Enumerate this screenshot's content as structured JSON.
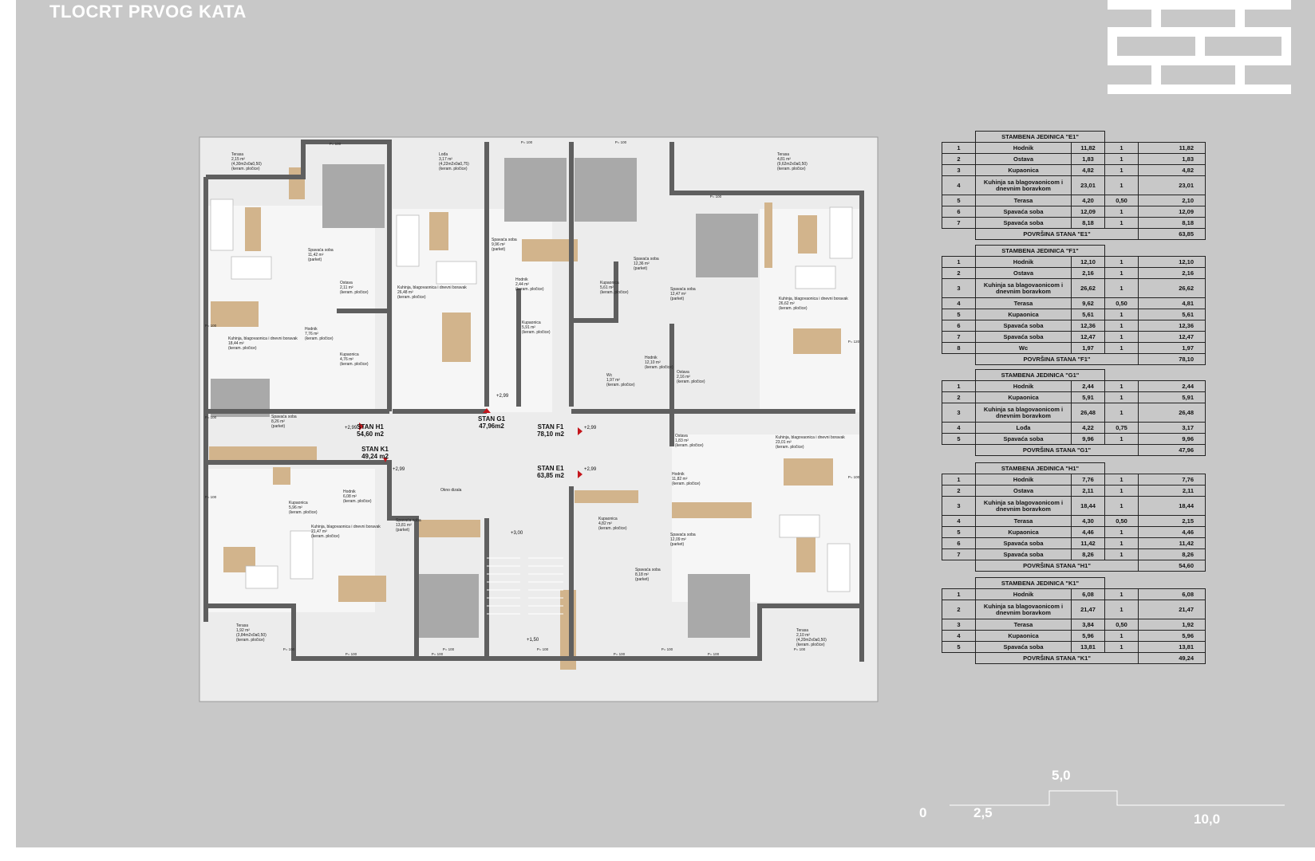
{
  "title": "TLOCRT PRVOG KATA",
  "colors": {
    "sheet_bg": "#c8c8c8",
    "wall": "#5f5f5f",
    "floor": "#ececec",
    "wood": "#d2b48c",
    "bed": "#a9a9a9",
    "door_marker": "#c4161c"
  },
  "icons": [
    "brick-logo-icon",
    "door-arrow-icon",
    "level-mark-icon"
  ],
  "plan": {
    "units": [
      {
        "name": "STAN H1",
        "area": "54,60 m2"
      },
      {
        "name": "STAN K1",
        "area": "49,24 m2"
      },
      {
        "name": "STAN G1",
        "area": "47,96m2"
      },
      {
        "name": "STAN F1",
        "area": "78,10 m2"
      },
      {
        "name": "STAN E1",
        "area": "63,85 m2"
      }
    ],
    "levels": [
      "+2,99",
      "+2,99",
      "+2,99",
      "+2,99",
      "+2,99",
      "+3,00",
      "+1,50"
    ],
    "rooms": [
      {
        "name": "Terasa",
        "area": "2,15 m²",
        "detail": "(4,30m2x0a0,50)",
        "finish": "(keram. pločice)"
      },
      {
        "name": "Spavaća soba",
        "area": "11,42 m²",
        "finish": "(parket)"
      },
      {
        "name": "Lođa",
        "area": "3,17 m²",
        "detail": "(4,22m2x0a0,75)",
        "finish": "(keram. pločice)"
      },
      {
        "name": "Spavaća soba",
        "area": "9,96 m²",
        "finish": "(parket)"
      },
      {
        "name": "Spavaća soba",
        "area": "12,36 m²",
        "finish": "(parket)"
      },
      {
        "name": "Terasa",
        "area": "4,81 m²",
        "detail": "(9,62m2x0a0,50)",
        "finish": "(keram. pločice)"
      },
      {
        "name": "Ostava",
        "area": "2,11 m²",
        "finish": "(keram. pločice)"
      },
      {
        "name": "Kuhinja, blagovaonica i dnevni boravak",
        "area": "26,48 m²",
        "finish": "(keram. pločice)"
      },
      {
        "name": "Hodnik",
        "area": "2,44 m²",
        "finish": "(keram. pločice)"
      },
      {
        "name": "Kupaonica",
        "area": "5,61 m²",
        "finish": "(keram. pločice)"
      },
      {
        "name": "Spavaća soba",
        "area": "12,47 m²",
        "finish": "(parket)"
      },
      {
        "name": "Kuhinja, blagovaonica i dnevni boravak",
        "area": "26,62 m²",
        "finish": "(keram. pločice)"
      },
      {
        "name": "Hodnik",
        "area": "7,76 m²",
        "finish": "(keram. pločice)"
      },
      {
        "name": "Kuhinja, blagovaonica i dnevni boravak",
        "area": "18,44 m²",
        "finish": "(keram. pločice)"
      },
      {
        "name": "Kupaonica",
        "area": "4,76 m²",
        "finish": "(keram. pločice)"
      },
      {
        "name": "Kupaonica",
        "area": "5,91 m²",
        "finish": "(keram. pločice)"
      },
      {
        "name": "Hodnik",
        "area": "12,10 m²",
        "finish": "(keram. pločice)"
      },
      {
        "name": "Wc",
        "area": "1,97 m²",
        "finish": "(keram. pločice)"
      },
      {
        "name": "Ostava",
        "area": "2,16 m²",
        "finish": "(keram. pločice)"
      },
      {
        "name": "Spavaća soba",
        "area": "8,26 m²",
        "finish": "(parket)"
      },
      {
        "name": "Ostava",
        "area": "1,83 m²",
        "finish": "(keram. pločice)"
      },
      {
        "name": "Kuhinja, blagovaonica i dnevni boravak",
        "area": "23,01 m²",
        "finish": "(keram. pločice)"
      },
      {
        "name": "Hodnik",
        "area": "6,08 m²",
        "finish": "(keram. pločice)"
      },
      {
        "name": "Kupaonica",
        "area": "5,96 m²",
        "finish": "(keram. pločice)"
      },
      {
        "name": "Kuhinja, blagovaonica i dnevni boravak",
        "area": "21,47 m²",
        "finish": "(keram. pločice)"
      },
      {
        "name": "Spavaća soba",
        "area": "13,81 m²",
        "finish": "(parket)"
      },
      {
        "name": "Okno dizala"
      },
      {
        "name": "Hodnik",
        "area": "11,82 m²",
        "finish": "(keram. pločice)"
      },
      {
        "name": "Kupaonica",
        "area": "4,82 m²",
        "finish": "(keram. pločice)"
      },
      {
        "name": "Spavaća soba",
        "area": "12,09 m²",
        "finish": "(parket)"
      },
      {
        "name": "Spavaća soba",
        "area": "8,18 m²",
        "finish": "(parket)"
      },
      {
        "name": "Terasa",
        "area": "1,92 m²",
        "detail": "(3,84m2x0a0,50)",
        "finish": "(keram. pločice)"
      },
      {
        "name": "Terasa",
        "area": "2,10 m²",
        "detail": "(4,20m2x0a0,50)",
        "finish": "(keram. pločice)"
      }
    ],
    "dimension_marks": [
      "P= 100",
      "P= 100",
      "P= 100",
      "P= 100",
      "P= 100",
      "P= 100",
      "P= 100",
      "P= 120",
      "P= 100",
      "P= 100",
      "P= 100",
      "P= 100",
      "P= 100",
      "P= 100",
      "P= 100",
      "P= 100",
      "P= 100",
      "P= 100"
    ]
  },
  "tables": [
    {
      "title": "STAMBENA JEDINICA \"E1\"",
      "rows": [
        [
          "1",
          "Hodnik",
          "11,82",
          "1",
          "11,82"
        ],
        [
          "2",
          "Ostava",
          "1,83",
          "1",
          "1,83"
        ],
        [
          "3",
          "Kupaonica",
          "4,82",
          "1",
          "4,82"
        ],
        [
          "4",
          "Kuhinja sa blagovaonicom i dnevnim boravkom",
          "23,01",
          "1",
          "23,01"
        ],
        [
          "5",
          "Terasa",
          "4,20",
          "0,50",
          "2,10"
        ],
        [
          "6",
          "Spavaća soba",
          "12,09",
          "1",
          "12,09"
        ],
        [
          "7",
          "Spavaća soba",
          "8,18",
          "1",
          "8,18"
        ]
      ],
      "total_label": "POVRŠINA STANA \"E1\"",
      "total": "63,85"
    },
    {
      "title": "STAMBENA JEDINICA \"F1\"",
      "rows": [
        [
          "1",
          "Hodnik",
          "12,10",
          "1",
          "12,10"
        ],
        [
          "2",
          "Ostava",
          "2,16",
          "1",
          "2,16"
        ],
        [
          "3",
          "Kuhinja sa blagovaonicom i dnevnim boravkom",
          "26,62",
          "1",
          "26,62"
        ],
        [
          "4",
          "Terasa",
          "9,62",
          "0,50",
          "4,81"
        ],
        [
          "5",
          "Kupaonica",
          "5,61",
          "1",
          "5,61"
        ],
        [
          "6",
          "Spavaća soba",
          "12,36",
          "1",
          "12,36"
        ],
        [
          "7",
          "Spavaća soba",
          "12,47",
          "1",
          "12,47"
        ],
        [
          "8",
          "Wc",
          "1,97",
          "1",
          "1,97"
        ]
      ],
      "total_label": "POVRŠINA STANA \"F1\"",
      "total": "78,10"
    },
    {
      "title": "STAMBENA JEDINICA \"G1\"",
      "rows": [
        [
          "1",
          "Hodnik",
          "2,44",
          "1",
          "2,44"
        ],
        [
          "2",
          "Kupaonica",
          "5,91",
          "1",
          "5,91"
        ],
        [
          "3",
          "Kuhinja sa blagovaonicom i dnevnim boravkom",
          "26,48",
          "1",
          "26,48"
        ],
        [
          "4",
          "Lođa",
          "4,22",
          "0,75",
          "3,17"
        ],
        [
          "5",
          "Spavaća soba",
          "9,96",
          "1",
          "9,96"
        ]
      ],
      "total_label": "POVRŠINA STANA \"G1\"",
      "total": "47,96"
    },
    {
      "title": "STAMBENA JEDINICA \"H1\"",
      "rows": [
        [
          "1",
          "Hodnik",
          "7,76",
          "1",
          "7,76"
        ],
        [
          "2",
          "Ostava",
          "2,11",
          "1",
          "2,11"
        ],
        [
          "3",
          "Kuhinja sa blagovaonicom i dnevnim boravkom",
          "18,44",
          "1",
          "18,44"
        ],
        [
          "4",
          "Terasa",
          "4,30",
          "0,50",
          "2,15"
        ],
        [
          "5",
          "Kupaonica",
          "4,46",
          "1",
          "4,46"
        ],
        [
          "6",
          "Spavaća soba",
          "11,42",
          "1",
          "11,42"
        ],
        [
          "7",
          "Spavaća soba",
          "8,26",
          "1",
          "8,26"
        ]
      ],
      "total_label": "POVRŠINA STANA \"H1\"",
      "total": "54,60"
    },
    {
      "title": "STAMBENA JEDINICA \"K1\"",
      "rows": [
        [
          "1",
          "Hodnik",
          "6,08",
          "1",
          "6,08"
        ],
        [
          "2",
          "Kuhinja sa blagovaonicom i dnevnim boravkom",
          "21,47",
          "1",
          "21,47"
        ],
        [
          "3",
          "Terasa",
          "3,84",
          "0,50",
          "1,92"
        ],
        [
          "4",
          "Kupaonica",
          "5,96",
          "1",
          "5,96"
        ],
        [
          "5",
          "Spavaća soba",
          "13,81",
          "1",
          "13,81"
        ]
      ],
      "total_label": "POVRŠINA STANA \"K1\"",
      "total": "49,24"
    }
  ],
  "scale": {
    "labels": [
      "0",
      "2,5",
      "5,0",
      "10,0"
    ]
  }
}
